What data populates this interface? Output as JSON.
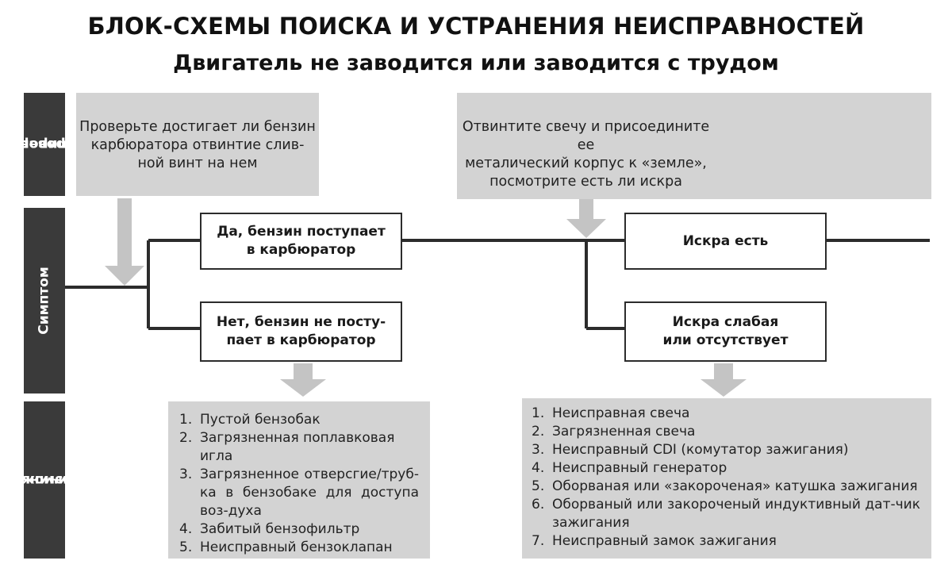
{
  "title": "БЛОК-СХЕМЫ ПОИСКА И УСТРАНЕНИЯ НЕИСПРАВНОСТЕЙ",
  "subtitle": "Двигатель не заводится или заводится с трудом",
  "rows": {
    "check": [
      "Проверка/",
      "Регулировка"
    ],
    "symptom": "Симптом",
    "causes": [
      "Возможные",
      "причины"
    ]
  },
  "checks": {
    "fuel": [
      "Проверьте достигает ли бензин",
      "карбюратора отвинтие слив-",
      "ной винт на нем"
    ],
    "spark": [
      "Отвинтите свечу и присоедините ее",
      "металический корпус к «земле»,",
      "посмотрите есть ли искра"
    ]
  },
  "symptoms": {
    "fuel_yes": [
      "Да, бензин поступает",
      "в карбюратор"
    ],
    "fuel_no": [
      "Нет, бензин не посту-",
      "пает в карбюратор"
    ],
    "spark_yes": [
      "Искра есть"
    ],
    "spark_no": [
      "Искра слабая",
      "или отсутствует"
    ]
  },
  "causes_fuel": [
    {
      "n": "1.",
      "text": "Пустой бензобак"
    },
    {
      "n": "2.",
      "text": "Загрязненная поплавковая игла"
    },
    {
      "n": "3.",
      "text": "Загрязненное отверсгие/труб-ка в бензобаке для доступа воз-духа"
    },
    {
      "n": "4.",
      "text": "Забитый бензофильтр"
    },
    {
      "n": "5.",
      "text": "Неисправный бензоклапан"
    }
  ],
  "causes_spark": [
    {
      "n": "1.",
      "text": "Неисправная свеча"
    },
    {
      "n": "2.",
      "text": "Загрязненная свеча"
    },
    {
      "n": "3.",
      "text": "Неисправный CDI (комутатор зажигания)"
    },
    {
      "n": "4.",
      "text": "Неисправный генератор"
    },
    {
      "n": "5.",
      "text": "Оборваная или «закороченая» катушка зажигания"
    },
    {
      "n": "6.",
      "text": "Оборваный или закороченый индуктивный дат-чик зажигания"
    },
    {
      "n": "7.",
      "text": "Неисправный замок зажигания"
    }
  ],
  "colors": {
    "dark": "#3a3a3a",
    "box_gray": "#d3d3d3",
    "arrow_gray": "#c4c4c4",
    "line": "#2c2c2c"
  }
}
